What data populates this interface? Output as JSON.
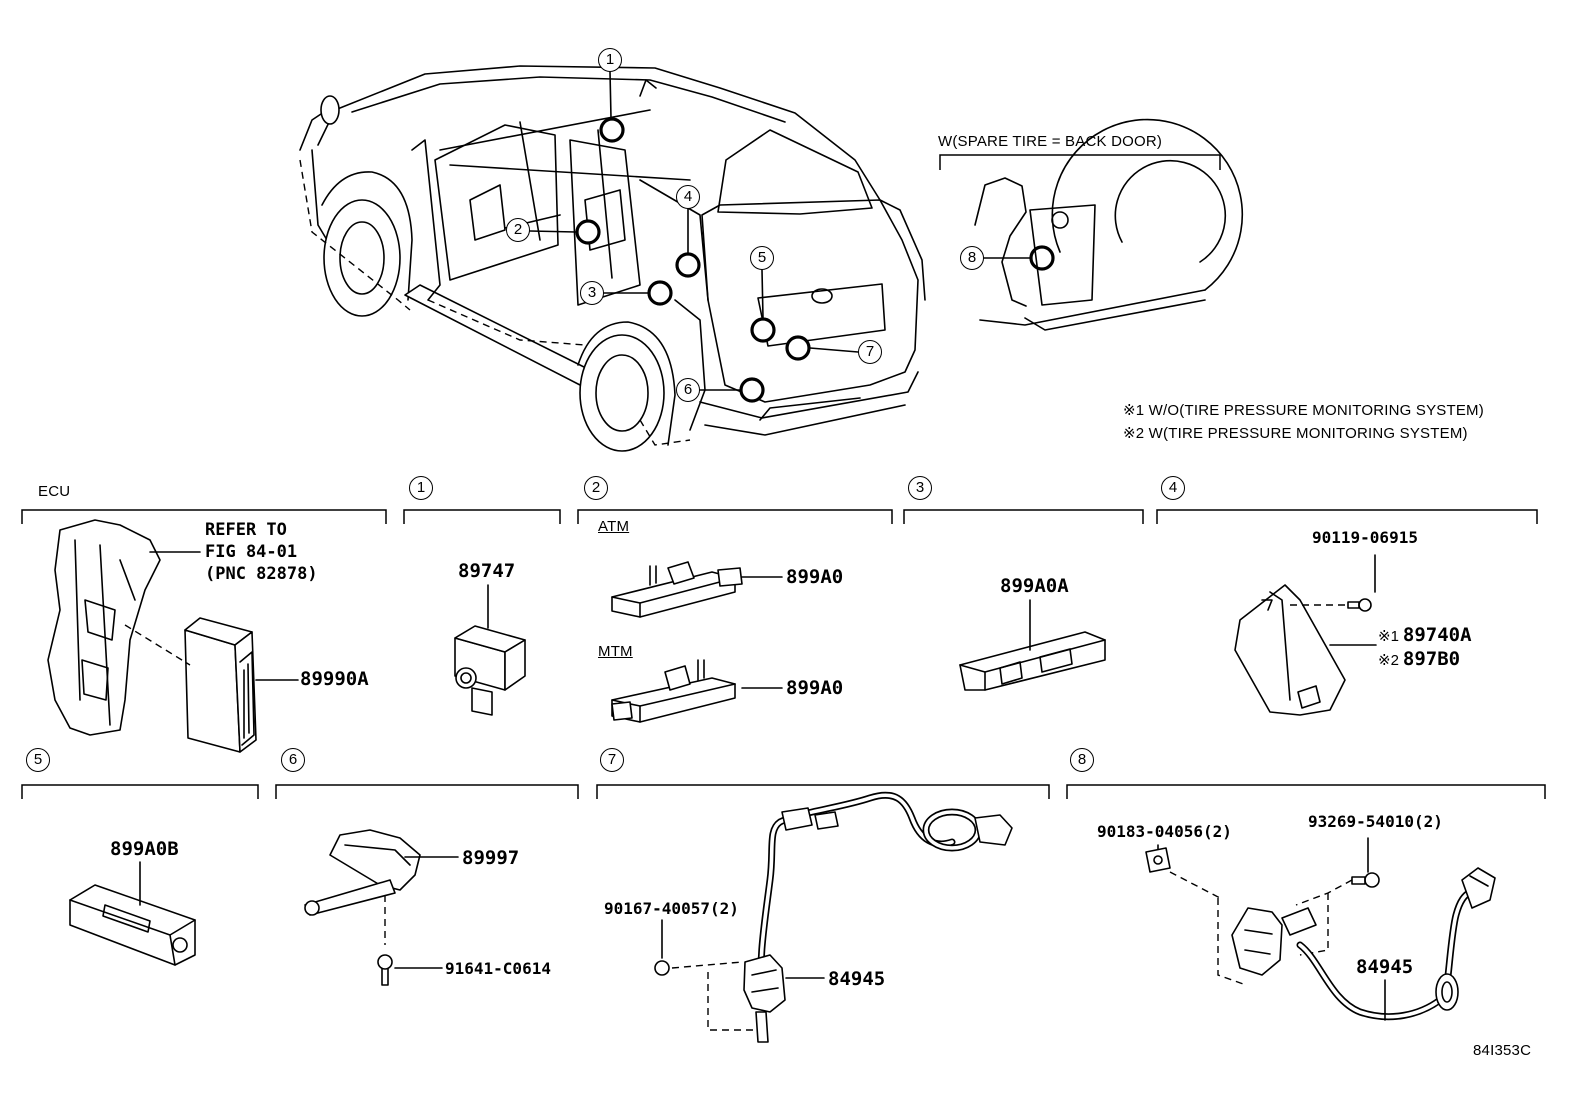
{
  "figure_id": "84I353C",
  "vehicle_view": {
    "callouts": [
      "1",
      "2",
      "3",
      "4",
      "5",
      "6",
      "7"
    ],
    "spare_tire_view": {
      "label": "W(SPARE TIRE = BACK DOOR)",
      "callout": "8"
    }
  },
  "notes": [
    "※1 W/O(TIRE PRESSURE MONITORING SYSTEM)",
    "※2 W(TIRE PRESSURE MONITORING SYSTEM)"
  ],
  "sections": {
    "ecu": {
      "title": "ECU",
      "refer_lines": [
        "REFER TO",
        "FIG 84-01",
        "(PNC 82878)"
      ],
      "part": "89990A"
    },
    "s1": {
      "number": "1",
      "part": "89747"
    },
    "s2": {
      "number": "2",
      "variants": [
        {
          "label": "ATM",
          "part": "899A0"
        },
        {
          "label": "MTM",
          "part": "899A0"
        }
      ]
    },
    "s3": {
      "number": "3",
      "part": "899A0A"
    },
    "s4": {
      "number": "4",
      "bolt": "90119-06915",
      "options": [
        {
          "mark": "※1",
          "part": "89740A"
        },
        {
          "mark": "※2",
          "part": "897B0"
        }
      ]
    },
    "s5": {
      "number": "5",
      "part": "899A0B"
    },
    "s6": {
      "number": "6",
      "part": "89997",
      "bolt": "91641-C0614"
    },
    "s7": {
      "number": "7",
      "bolt": "90167-40057(2)",
      "part": "84945"
    },
    "s8": {
      "number": "8",
      "clip": "90183-04056(2)",
      "bolt": "93269-54010(2)",
      "part": "84945"
    }
  }
}
